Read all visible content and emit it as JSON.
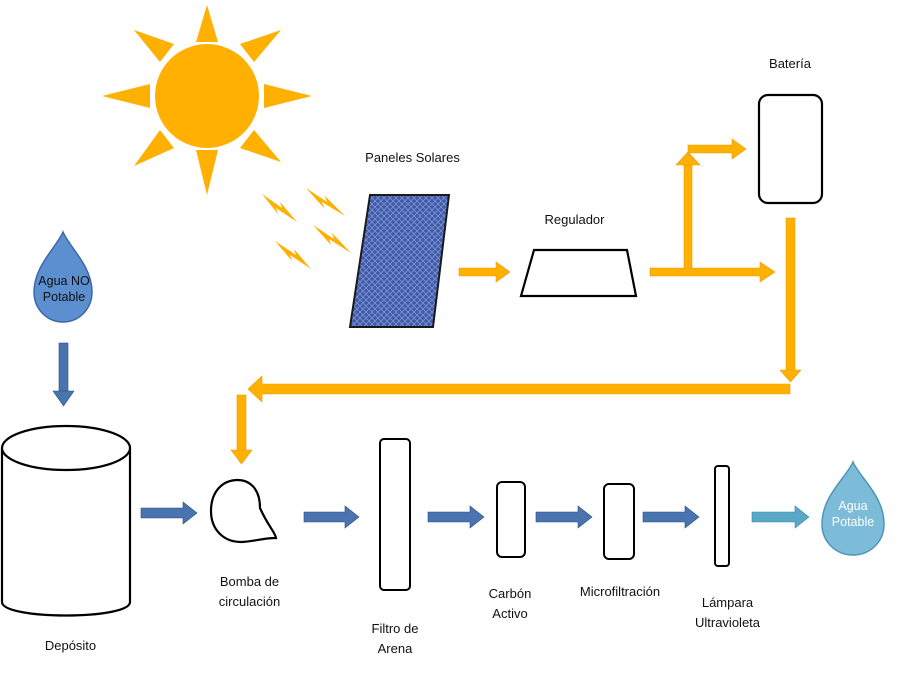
{
  "colors": {
    "sun": "#ffb000",
    "sun_ray": "#ffb000",
    "power_arrow": "#ffb000",
    "water_arrow": "#4a74b0",
    "drop_dark": "#4e7fbf",
    "drop_light": "#6fb3d4",
    "panel": "#3f5aa8",
    "outline": "#000000"
  },
  "icons": [
    "sun-icon",
    "lightning-icon",
    "water-drop-icon",
    "solar-panel-icon",
    "pump-icon"
  ],
  "labels": {
    "panels": "Paneles Solares",
    "regulator": "Regulador",
    "battery": "Batería",
    "pump_line1": "Bomba de",
    "pump_line2": "circulación",
    "tank": "Depósito",
    "sand_line1": "Filtro de",
    "sand_line2": "Arena",
    "carbon_line1": "Carbón",
    "carbon_line2": "Activo",
    "micro": "Microfiltración",
    "uv_line1": "Lámpara",
    "uv_line2": "Ultravioleta"
  },
  "drops": {
    "raw_line1": "Agua NO",
    "raw_line2": "Potable",
    "clean_line1": "Agua",
    "clean_line2": "Potable"
  }
}
